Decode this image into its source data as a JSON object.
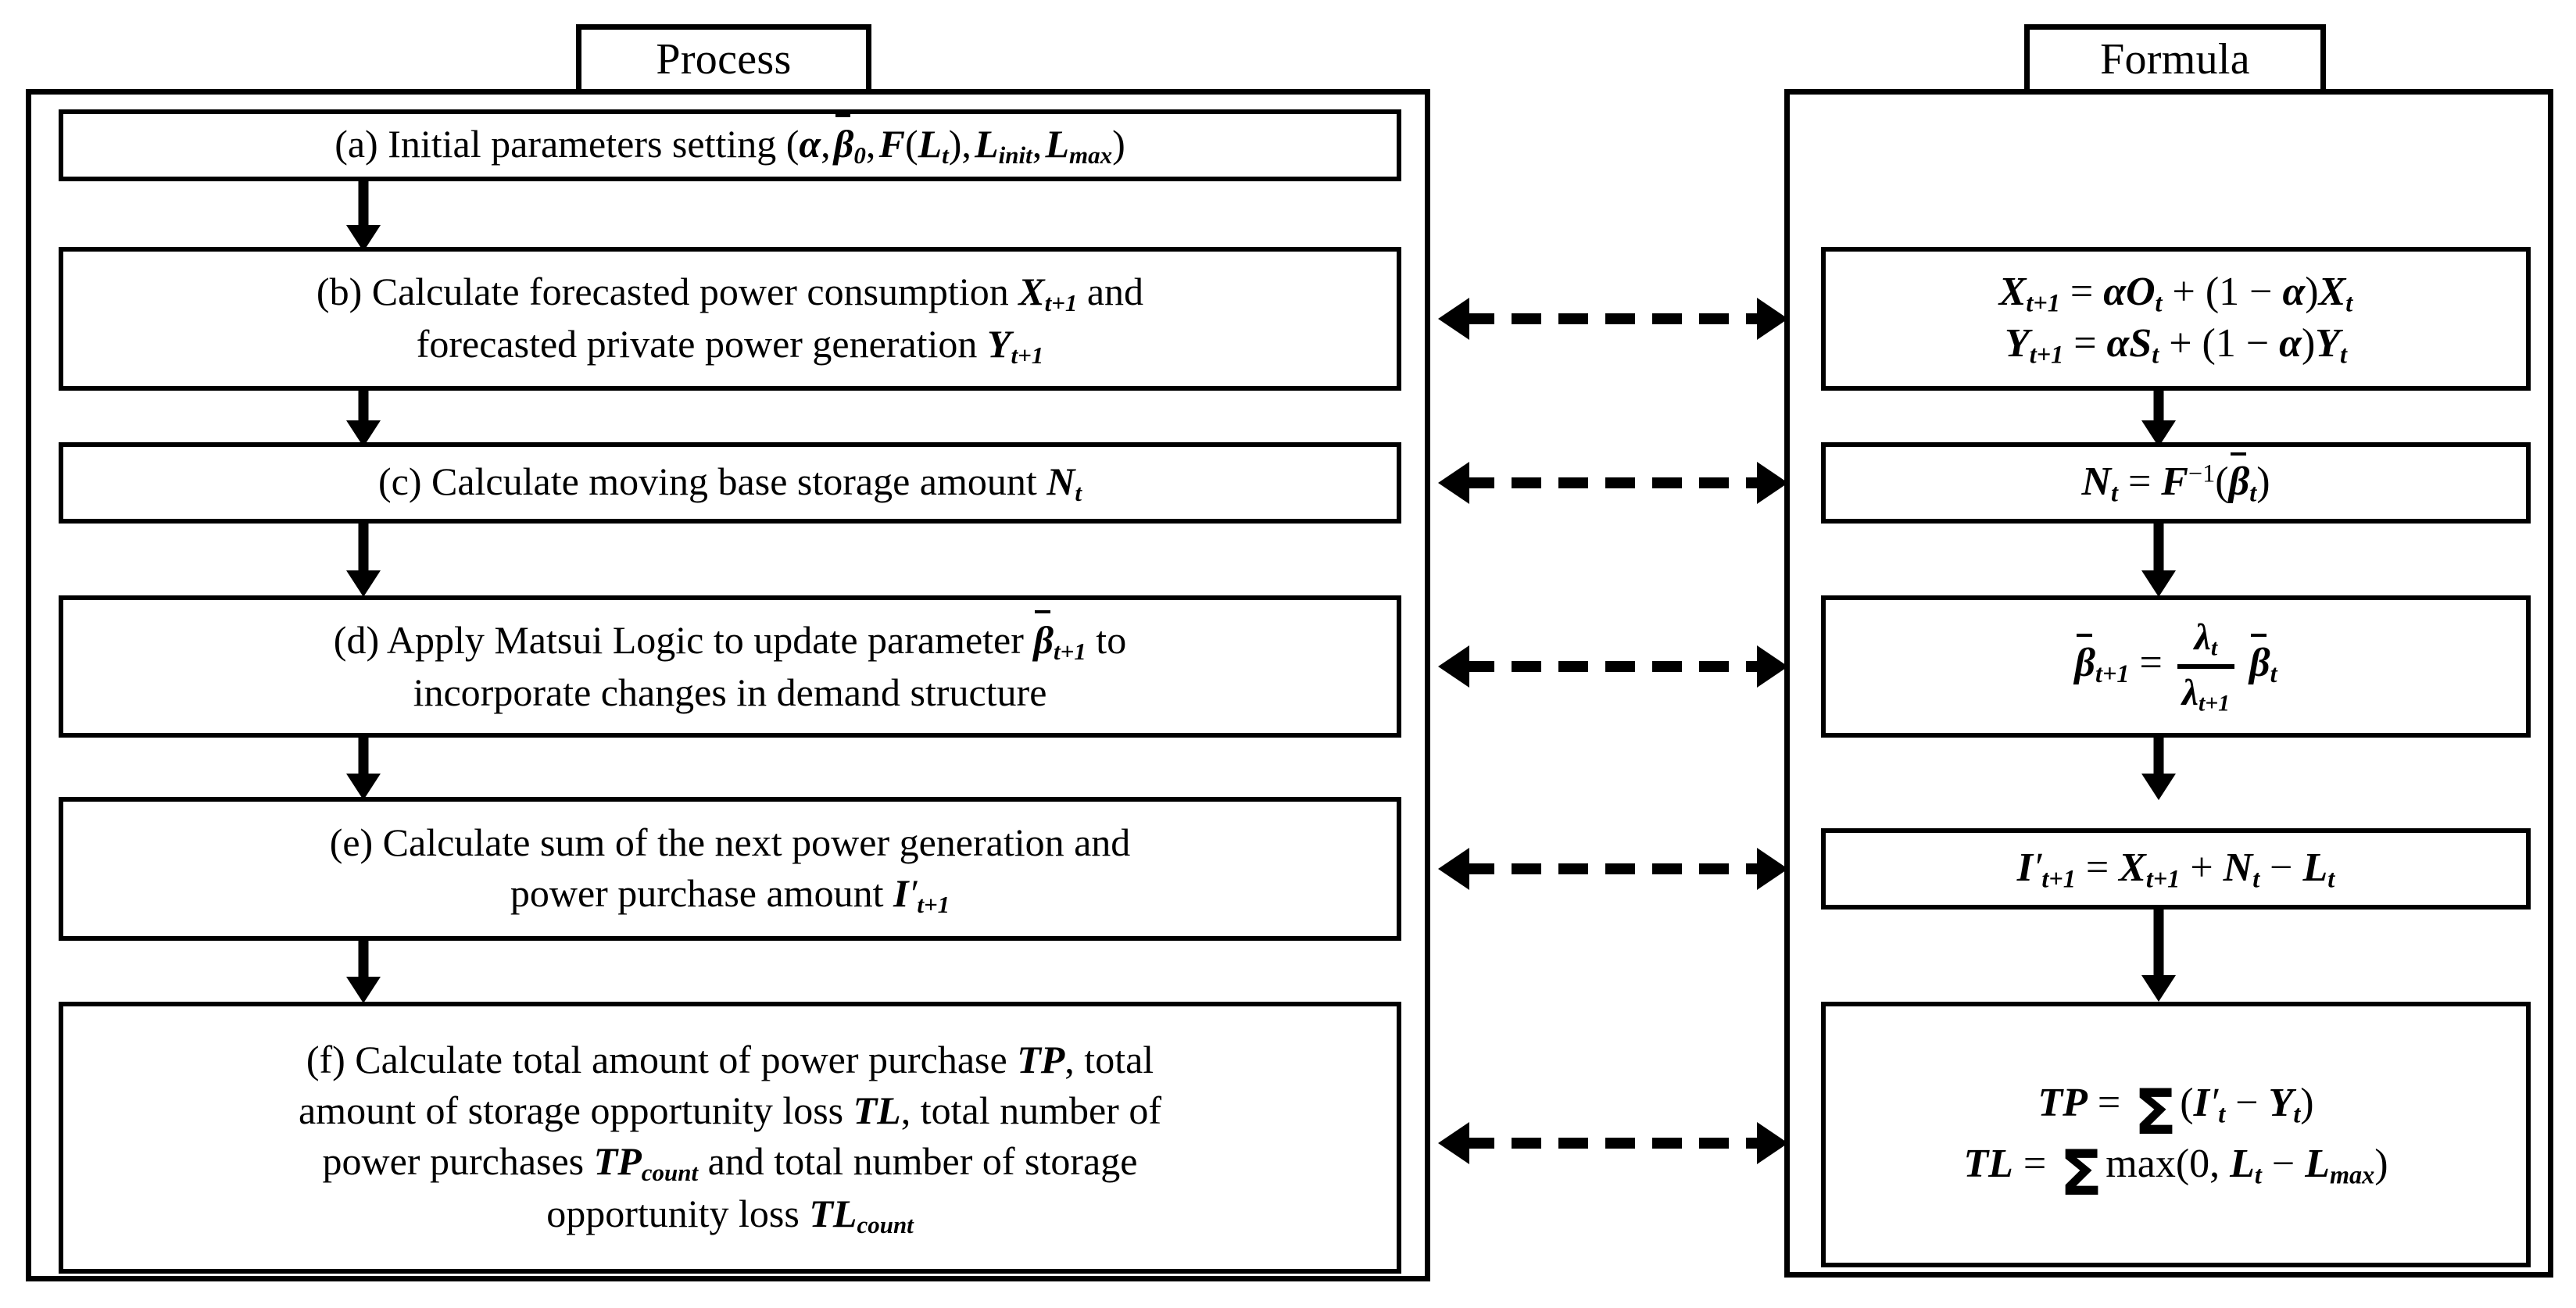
{
  "diagram": {
    "title": "Process and Formula flowchart",
    "panels": {
      "process": {
        "tab_label": "Process"
      },
      "formula": {
        "tab_label": "Formula"
      }
    },
    "colors": {
      "line": "#000000",
      "background": "#ffffff"
    },
    "steps": [
      {
        "key": "a",
        "label_plain": "(a) Initial parameters setting (α, β̄0, F(Lt), Linit, Lmax)",
        "lines": [
          "(a) Initial parameters setting (α, β̄0, F(Lt), Linit, Lmax)"
        ],
        "has_link_to_formula": false
      },
      {
        "key": "b",
        "label_plain": "(b) Calculate forecasted power consumption Xt+1 and forecasted private power generation Yt+1",
        "lines": [
          "(b) Calculate forecasted power consumption Xt+1 and",
          "forecasted private power generation Yt+1"
        ],
        "has_link_to_formula": true
      },
      {
        "key": "c",
        "label_plain": "(c) Calculate moving base storage amount Nt",
        "lines": [
          "(c) Calculate moving base storage amount Nt"
        ],
        "has_link_to_formula": true
      },
      {
        "key": "d",
        "label_plain": "(d) Apply Matsui Logic to update parameter β̄t+1 to incorporate changes in demand structure",
        "lines": [
          "(d) Apply Matsui Logic to update parameter β̄t+1 to",
          "incorporate changes in demand structure"
        ],
        "has_link_to_formula": true
      },
      {
        "key": "e",
        "label_plain": "(e) Calculate sum of the next power generation and power purchase amount I′t+1",
        "lines": [
          "(e) Calculate sum of the next power generation and",
          "power purchase amount I′t+1"
        ],
        "has_link_to_formula": true
      },
      {
        "key": "f",
        "label_plain": "(f) Calculate total amount of power purchase TP, total amount of storage opportunity loss TL, total number of power purchases TPcount and total number of storage opportunity loss TLcount",
        "lines": [
          "(f) Calculate total amount of power purchase TP, total",
          "amount of storage opportunity loss TL, total number of",
          "power purchases TPcount and total number of storage",
          "opportunity loss TLcount"
        ],
        "has_link_to_formula": true
      }
    ],
    "formulas": [
      {
        "key": "b",
        "equations_plain": [
          "Xt+1 = αOt + (1 − α)Xt",
          "Yt+1 = αSt + (1 − α)Yt"
        ]
      },
      {
        "key": "c",
        "equations_plain": [
          "Nt = F⁻¹(β̄t)"
        ]
      },
      {
        "key": "d",
        "equations_plain": [
          "β̄t+1 = (λt / λt+1) β̄t"
        ]
      },
      {
        "key": "e",
        "equations_plain": [
          "I′t+1 = Xt+1 + Nt − Lt"
        ]
      },
      {
        "key": "f",
        "equations_plain": [
          "TP = Σ(I′t − Yt)",
          "TL = Σ max(0, Lt − Lmax)"
        ]
      }
    ],
    "connectors": {
      "process_flow_arrow": "down-arrow",
      "formula_flow_arrow": "down-arrow",
      "cross_link_arrow": "dashed-double-headed-arrow",
      "cross_link_count": 5
    }
  }
}
